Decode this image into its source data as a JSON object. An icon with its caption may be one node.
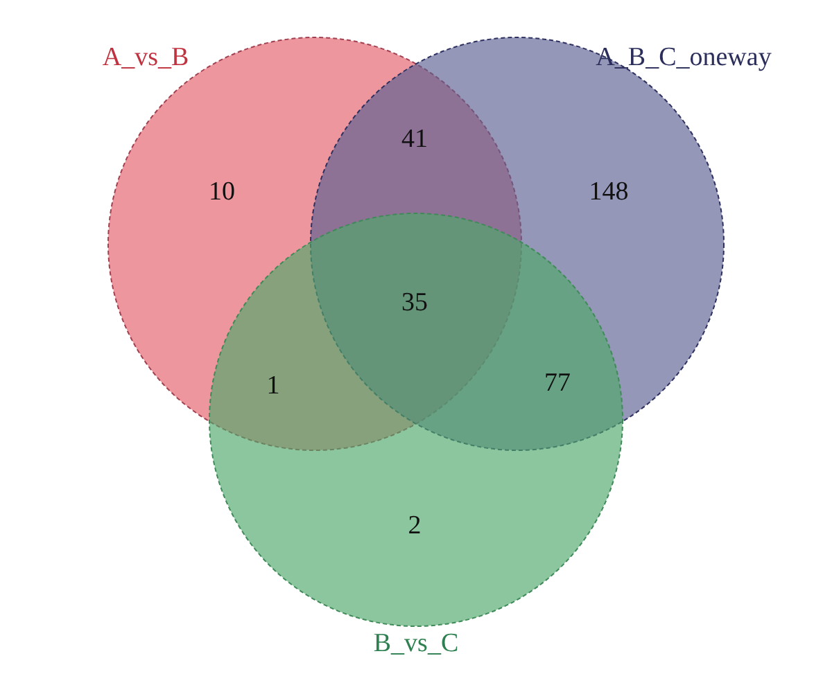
{
  "diagram": {
    "nodes": [
      {
        "text": [
          "A_vs_B"
        ]
      },
      {
        "text": [
          "A_B_C_oneway"
        ]
      },
      {
        "text": [
          "B_vs_C"
        ]
      }
    ],
    "labels": [
      "41",
      "10",
      "148",
      "35",
      "1",
      "77",
      "2"
    ]
  }
}
